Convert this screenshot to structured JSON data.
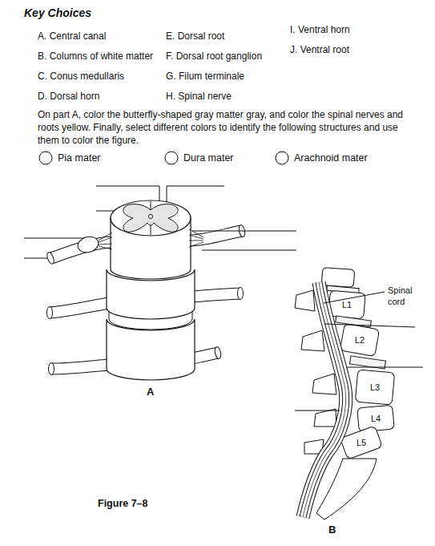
{
  "diagram": {
    "title": "Key Choices",
    "labels": [
      "A. Central canal",
      "B. Columns of white matter",
      "C. Conus medullaris",
      "D. Dorsal horn",
      "E. Dorsal root",
      "F. Dorsal root ganglion",
      "G. Filum terminale",
      "H. Spinal nerve",
      "I. Ventral horn",
      "J. Ventral root",
      "On part A, color the butterfly-shaped gray matter gray, and color the spinal nerves and roots yellow. Finally, select different colors to identify the following structures and use them to color the figure.",
      "Spinal cord",
      "L1",
      "L2",
      "L3",
      "L4",
      "L5",
      "A",
      "B",
      "Figure 7–8"
    ],
    "legend": [
      {
        "text": "Pia mater"
      },
      {
        "text": "Dura mater"
      },
      {
        "text": "Arachnoid mater"
      }
    ]
  }
}
